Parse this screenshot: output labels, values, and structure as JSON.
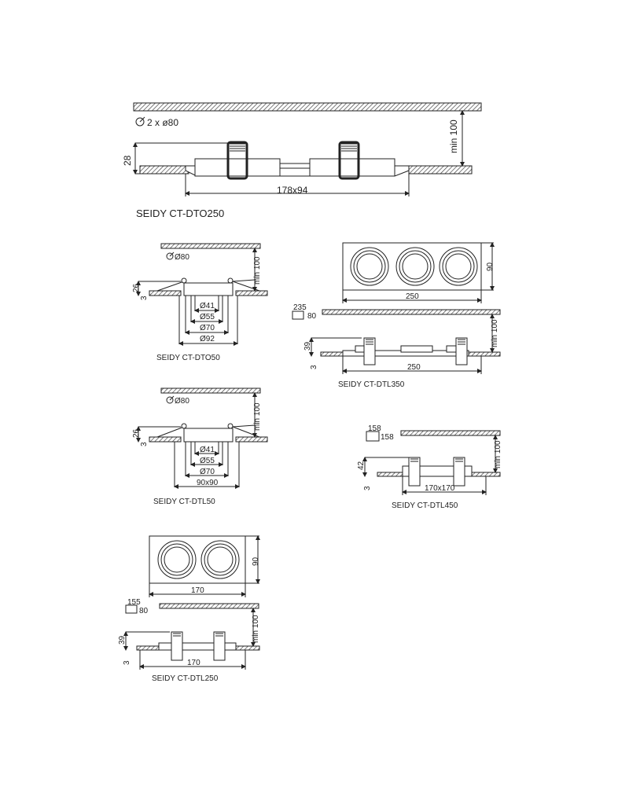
{
  "colors": {
    "line": "#222222",
    "hatch": "#555555",
    "background": "#ffffff"
  },
  "top": {
    "cutout": "2 x ø80",
    "height": "28",
    "clearance": "min 100",
    "size": "178x94",
    "title": "SEIDY CT-DTO250"
  },
  "dto50": {
    "cutout": "Ø80",
    "clearance": "min 100",
    "h1": "26",
    "h2": "3",
    "d1": "Ø41",
    "d2": "Ø55",
    "d3": "Ø70",
    "d4": "Ø92",
    "title": "SEIDY CT-DTO50"
  },
  "dtl50": {
    "cutout": "Ø80",
    "clearance": "min 100",
    "h1": "26",
    "h2": "3",
    "d1": "Ø41",
    "d2": "Ø55",
    "d3": "Ø70",
    "size": "90x90",
    "title": "SEIDY CT-DTL50"
  },
  "dtl350": {
    "height_top": "90",
    "width_top": "250",
    "cutout_w": "235",
    "cutout_h": "80",
    "clearance": "min 100",
    "h1": "39",
    "h2": "3",
    "width": "250",
    "title": "SEIDY CT-DTL350"
  },
  "dtl450": {
    "cutout_w": "158",
    "cutout_h": "158",
    "clearance": "min 100",
    "h1": "42",
    "h2": "3",
    "size": "170x170",
    "title": "SEIDY CT-DTL450"
  },
  "dtl250": {
    "height_top": "90",
    "width_top": "170",
    "cutout_w": "155",
    "cutout_h": "80",
    "clearance": "min 100",
    "h1": "39",
    "h2": "3",
    "width": "170",
    "title": "SEIDY CT-DTL250"
  }
}
